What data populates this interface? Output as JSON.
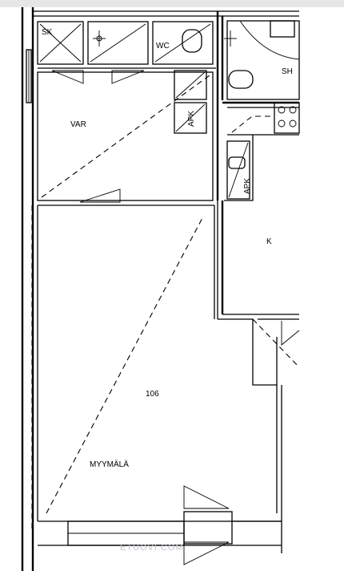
{
  "rooms": {
    "sk": "SK",
    "wc": "WC",
    "sh": "SH",
    "var": "VAR",
    "k": "K",
    "room_number": "106",
    "myymala": "MYYMÄLÄ"
  },
  "symbols": {
    "cabinet_code": "APK"
  },
  "watermark": "ETUOVI.COM"
}
